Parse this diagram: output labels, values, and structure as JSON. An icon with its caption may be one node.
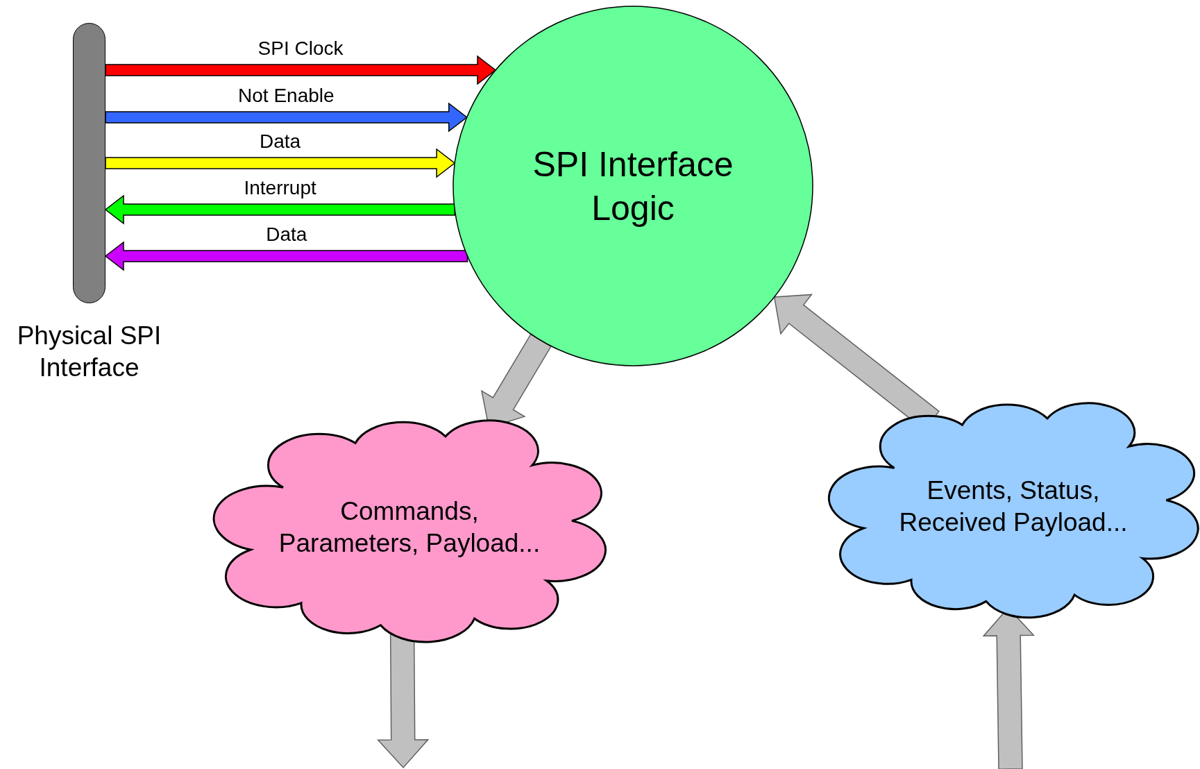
{
  "diagram": {
    "nodes": [
      {
        "text": [],
        "shape": "bar",
        "beside": [
          "Physical SPI Interface"
        ]
      },
      {
        "text": [
          "SPI Interface Logic"
        ]
      },
      {
        "text": [
          "Commands, Parameters, Payload..."
        ]
      },
      {
        "text": [
          "Events, Status, Received Payload..."
        ]
      }
    ],
    "edges": [
      {
        "from": 0,
        "to": 1,
        "arrow": "to",
        "label": "SPI Clock",
        "color": "#ff0000"
      },
      {
        "from": 0,
        "to": 1,
        "arrow": "to",
        "label": "Not Enable",
        "color": "#3366ff"
      },
      {
        "from": 0,
        "to": 1,
        "arrow": "to",
        "label": "Data",
        "color": "#ffff00"
      },
      {
        "from": 1,
        "to": 0,
        "arrow": "to",
        "label": "Interrupt",
        "color": "#00ff00"
      },
      {
        "from": 1,
        "to": 0,
        "arrow": "to",
        "label": "Data",
        "color": "#cc00ff"
      },
      {
        "from": 1,
        "to": 2,
        "arrow": "to",
        "style": "thick"
      },
      {
        "from": 3,
        "to": 1,
        "arrow": "to",
        "style": "thick"
      },
      {
        "from": 2,
        "to": null,
        "arrow": "to",
        "style": "thick"
      },
      {
        "from": null,
        "to": 3,
        "arrow": "to",
        "style": "thick"
      }
    ]
  }
}
